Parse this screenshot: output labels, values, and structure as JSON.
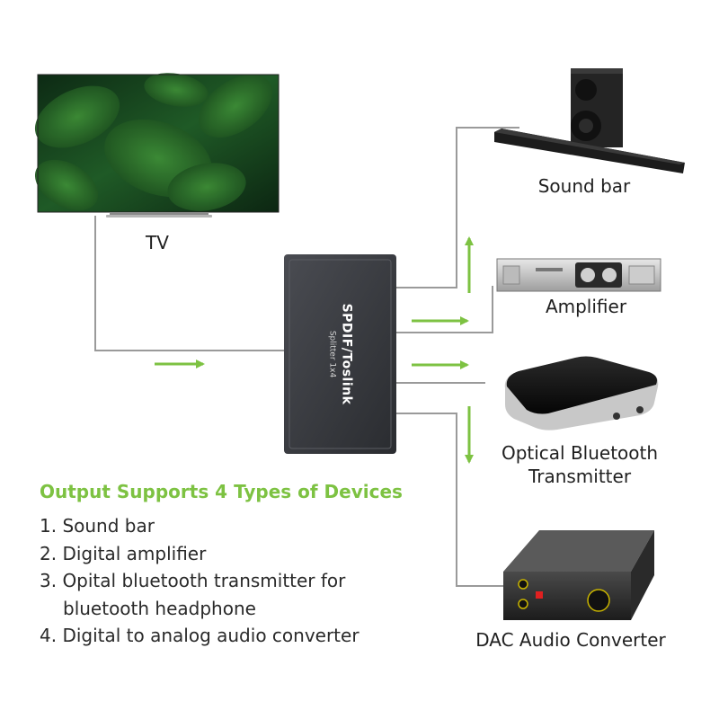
{
  "devices": {
    "tv": {
      "label": "TV"
    },
    "splitter": {
      "title": "SPDIF/Toslink",
      "subtitle": "Splitter 1x4"
    },
    "soundbar": {
      "label": "Sound bar"
    },
    "amplifier": {
      "label": "Amplifier"
    },
    "bt_transmitter": {
      "label_line1": "Optical Bluetooth",
      "label_line2": "Transmitter"
    },
    "dac": {
      "label": "DAC Audio Converter"
    }
  },
  "features": {
    "heading": "Output Supports 4 Types of Devices",
    "items": [
      {
        "line1": "1. Sound bar"
      },
      {
        "line1": "2. Digital amplifier"
      },
      {
        "line1": "3. Opital bluetooth transmitter for",
        "line2": "bluetooth headphone"
      },
      {
        "line1": "4. Digital to analog audio converter"
      }
    ]
  },
  "colors": {
    "accent_green": "#7dc242",
    "wire_gray": "#9a9a9a",
    "splitter_body": "#3a3c40"
  }
}
